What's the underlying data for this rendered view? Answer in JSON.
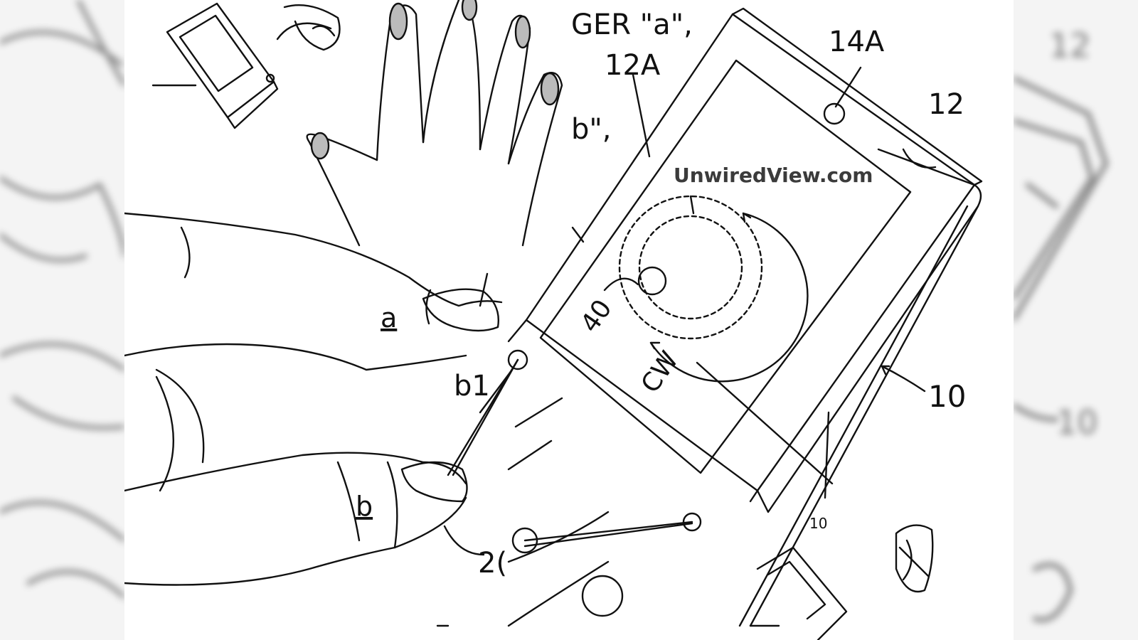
{
  "watermark": "UnwiredView.com",
  "labels": {
    "gesture_a": "GER \"a\",",
    "gesture_b": "b\",",
    "ref_12a": "12A",
    "ref_14a": "14A",
    "ref_12": "12",
    "ref_10": "10",
    "ref_40": "40",
    "ref_cw": "CW",
    "finger_a": "a",
    "finger_b": "b",
    "ref_b1": "b1",
    "ref_20": "2(",
    "ref_10_small": "10",
    "bg_right_12": "12",
    "bg_right_10": "10"
  }
}
